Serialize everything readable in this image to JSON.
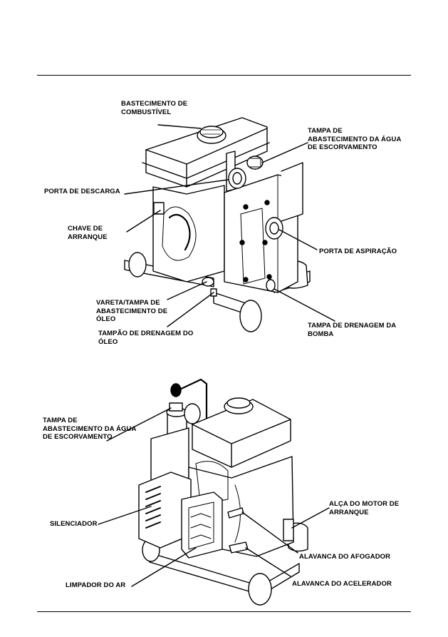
{
  "figure_top": {
    "labels": {
      "fuel": [
        "BASTECIMENTO DE",
        "COMBUSTÍVEL"
      ],
      "priming_cap": [
        "TAMPA DE",
        "ABASTECIMENTO DA ÁGUA",
        "DE ESCORVAMENTO"
      ],
      "discharge": [
        "PORTA DE DESCARGA"
      ],
      "start_switch": [
        "CHAVE DE",
        "ARRANQUE"
      ],
      "suction": [
        "PORTA DE ASPIRAÇÃO"
      ],
      "dipstick": [
        "VARETA/TAMPA DE",
        "ABASTECIMENTO DE",
        "ÓLEO"
      ],
      "oil_drain": [
        "TAMPÃO DE DRENAGEM DO",
        "ÓLEO"
      ],
      "pump_drain": [
        "TAMPA DE DRENAGEM DA",
        "BOMBA"
      ]
    }
  },
  "figure_bottom": {
    "labels": {
      "priming_cap": [
        "TAMPA DE",
        "ABASTECIMENTO DA ÁGUA",
        "DE ESCORVAMENTO"
      ],
      "muffler": [
        "SILENCIADOR"
      ],
      "recoil": [
        "ALÇA DO MOTOR DE",
        "ARRANQUE"
      ],
      "choke": [
        "ALAVANCA DO AFOGADOR"
      ],
      "air_cleaner": [
        "LIMPADOR DO AR"
      ],
      "throttle": [
        "ALAVANCA DO ACELERADOR"
      ]
    }
  }
}
